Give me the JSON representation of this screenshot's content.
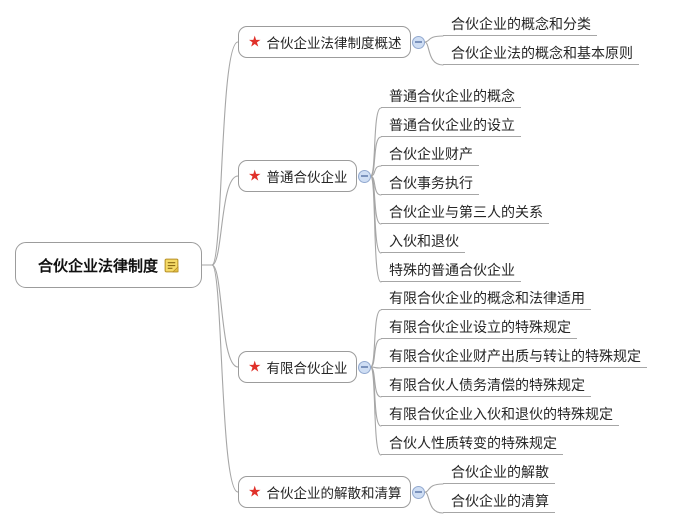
{
  "root": {
    "label": "合伙企业法律制度",
    "icon": "notes-icon"
  },
  "branches": [
    {
      "label": "合伙企业法律制度概述",
      "marker": "red-star-icon",
      "collapse_state": "expanded",
      "children": [
        "合伙企业的概念和分类",
        "合伙企业法的概念和基本原则"
      ]
    },
    {
      "label": "普通合伙企业",
      "marker": "red-star-icon",
      "collapse_state": "expanded",
      "children": [
        "普通合伙企业的概念",
        "普通合伙企业的设立",
        "合伙企业财产",
        "合伙事务执行",
        "合伙企业与第三人的关系",
        "入伙和退伙",
        "特殊的普通合伙企业"
      ]
    },
    {
      "label": "有限合伙企业",
      "marker": "red-star-icon",
      "collapse_state": "expanded",
      "children": [
        "有限合伙企业的概念和法律适用",
        "有限合伙企业设立的特殊规定",
        "有限合伙企业财产出质与转让的特殊规定",
        "有限合伙人债务清偿的特殊规定",
        "有限合伙企业入伙和退伙的特殊规定",
        "合伙人性质转变的特殊规定"
      ]
    },
    {
      "label": "合伙企业的解散和清算",
      "marker": "red-star-icon",
      "collapse_state": "expanded",
      "children": [
        "合伙企业的解散",
        "合伙企业的清算"
      ]
    }
  ],
  "colors": {
    "line": "#a6a6a6",
    "node_border": "#9c9c9c",
    "text": "#262626",
    "star_red": "#e0312a",
    "collapse_fill": "#cfdef4",
    "collapse_border": "#92a9cf",
    "collapse_minus": "#7b93bd",
    "note_fill": "#f5da67",
    "note_border": "#b68f25",
    "note_lines": "#8a6a15"
  }
}
